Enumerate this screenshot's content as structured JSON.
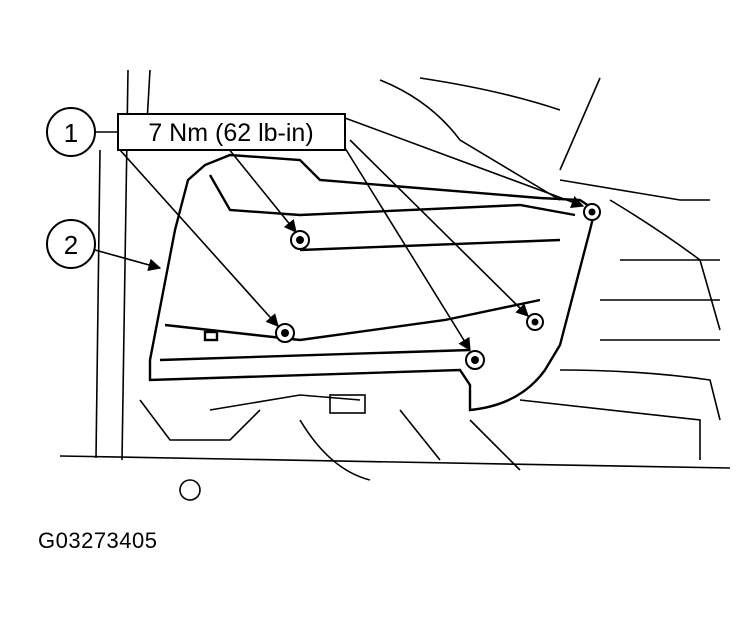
{
  "callouts": [
    {
      "number": "1"
    },
    {
      "number": "2"
    }
  ],
  "torque_label": "7 Nm (62 lb-in)",
  "figure_id": "G03273405"
}
